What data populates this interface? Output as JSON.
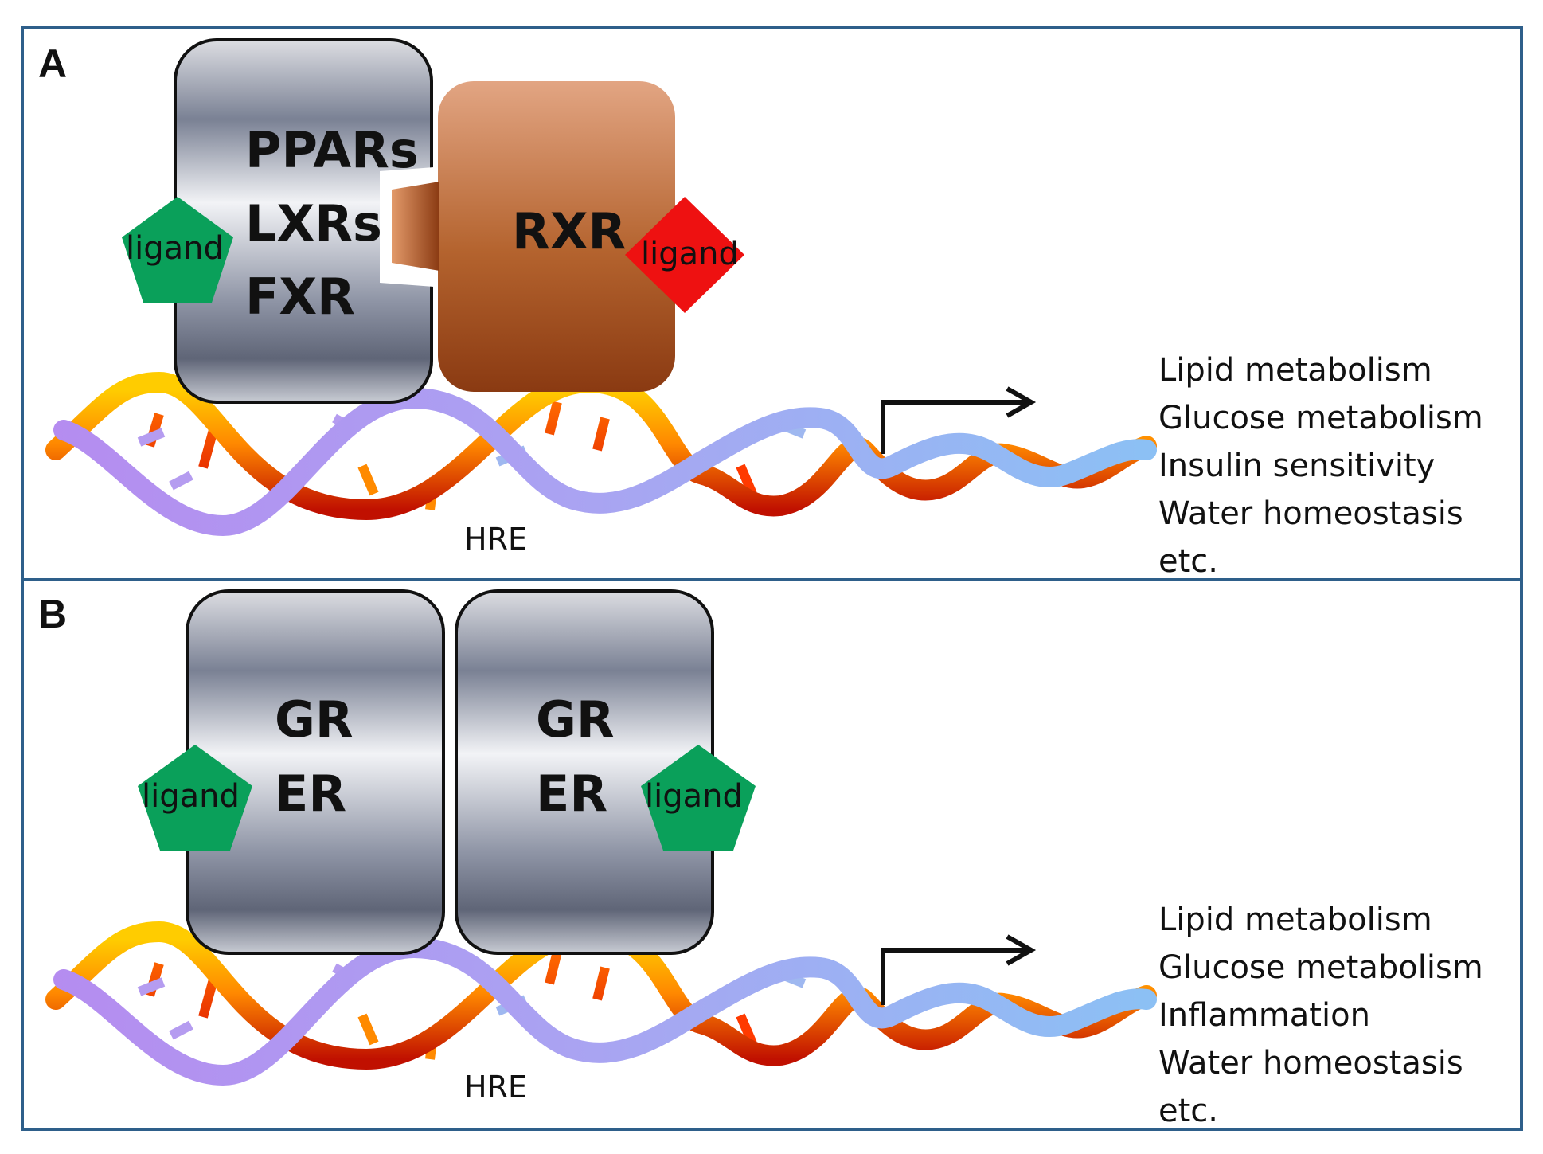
{
  "panel_a": {
    "letter": "A",
    "receptor_left": [
      "PPARs",
      "LXRs",
      "FXR"
    ],
    "receptor_right": "RXR",
    "ligand_left": "ligand",
    "ligand_right": "ligand",
    "hre": "HRE",
    "effects": [
      "Lipid metabolism",
      "Glucose metabolism",
      "Insulin sensitivity",
      "Water homeostasis",
      "etc."
    ]
  },
  "panel_b": {
    "letter": "B",
    "receptor_left": [
      "GR",
      "ER"
    ],
    "receptor_right": [
      "GR",
      "ER"
    ],
    "ligand_left": "ligand",
    "ligand_right": "ligand",
    "hre": "HRE",
    "effects": [
      "Lipid metabolism",
      "Glucose metabolism",
      "Inflammation",
      "Water homeostasis",
      "etc."
    ]
  },
  "colors": {
    "frame": "#2e5f8a",
    "ligand_green": "#0aa05a",
    "ligand_red": "#ee1111",
    "rxr_top": "#e2a583",
    "rxr_bottom": "#8a3a12",
    "dna_warm_top": "#ffcc00",
    "dna_warm_bottom": "#cc1100",
    "dna_cool_left": "#b58cf0",
    "dna_cool_right": "#8cc0f4"
  }
}
